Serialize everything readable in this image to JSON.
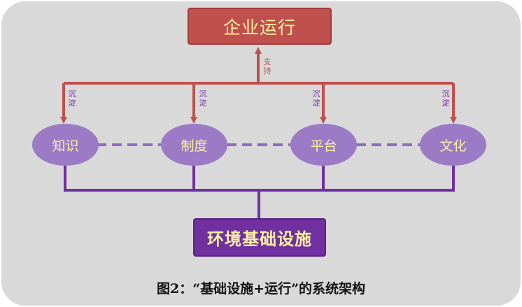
{
  "top_box": {
    "label": "企业运行"
  },
  "support_label": "支持",
  "deposit_label": "沉淀",
  "nodes": [
    {
      "label": "知识"
    },
    {
      "label": "制度"
    },
    {
      "label": "平台"
    },
    {
      "label": "文化"
    }
  ],
  "bottom_box": {
    "label": "环境基础设施"
  },
  "caption": "图2：“基础设施+运行”的系统架构",
  "colors": {
    "red": "#c0504d",
    "purple": "#7030a0",
    "oval": "#9b7bc6",
    "text_yellow": "#fff3a0",
    "panel": "#d9d9d9"
  }
}
